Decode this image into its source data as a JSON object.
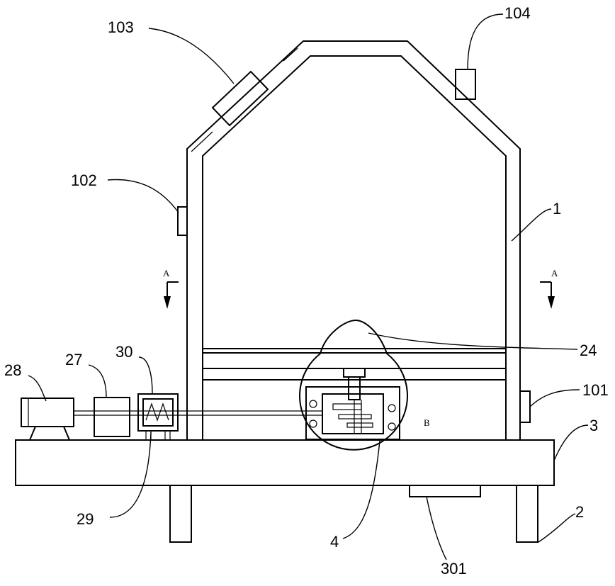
{
  "drawing": {
    "labels": {
      "l103": "103",
      "l104": "104",
      "l102": "102",
      "l1": "1",
      "l24": "24",
      "l101": "101",
      "l3": "3",
      "l2": "2",
      "l28": "28",
      "l27": "27",
      "l30": "30",
      "l29": "29",
      "l4": "4",
      "l301": "301"
    },
    "section_marks": {
      "left": "A",
      "right": "A"
    },
    "detail_mark": "B"
  }
}
